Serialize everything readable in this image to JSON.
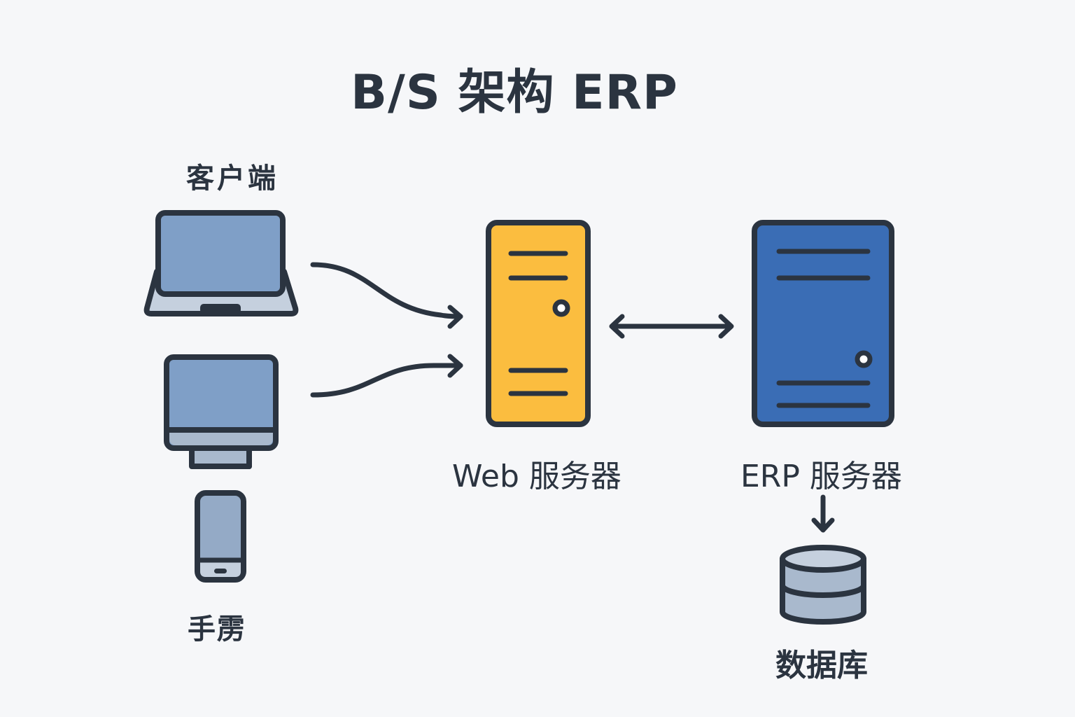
{
  "title": "B/S 架构 ERP",
  "labels": {
    "client": "客户端",
    "phone": "手雳",
    "web_server": "Web 服务器",
    "erp_server": "ERP 服务器",
    "database": "数据库"
  },
  "nodes": [
    {
      "id": "laptop",
      "icon": "laptop-icon",
      "group": "client"
    },
    {
      "id": "desktop",
      "icon": "desktop-monitor-icon",
      "group": "client"
    },
    {
      "id": "phone",
      "icon": "smartphone-icon",
      "group": "client"
    },
    {
      "id": "web_server",
      "icon": "server-tower-icon",
      "label": "Web 服务器"
    },
    {
      "id": "erp_server",
      "icon": "server-tower-icon",
      "label": "ERP 服务器"
    },
    {
      "id": "database",
      "icon": "database-icon",
      "label": "数据库"
    }
  ],
  "edges": [
    {
      "from": "laptop",
      "to": "web_server",
      "direction": "forward"
    },
    {
      "from": "desktop",
      "to": "web_server",
      "direction": "forward"
    },
    {
      "from": "web_server",
      "to": "erp_server",
      "direction": "bidirectional"
    },
    {
      "from": "erp_server",
      "to": "database",
      "direction": "forward"
    }
  ],
  "colors": {
    "background": "#f6f7f9",
    "outline": "#2b3440",
    "device_screen": "#7f9fc7",
    "device_light": "#c5d0de",
    "web_server_fill": "#fbbd3f",
    "erp_server_fill": "#3a6db5",
    "database_fill": "#a9b9cd"
  }
}
